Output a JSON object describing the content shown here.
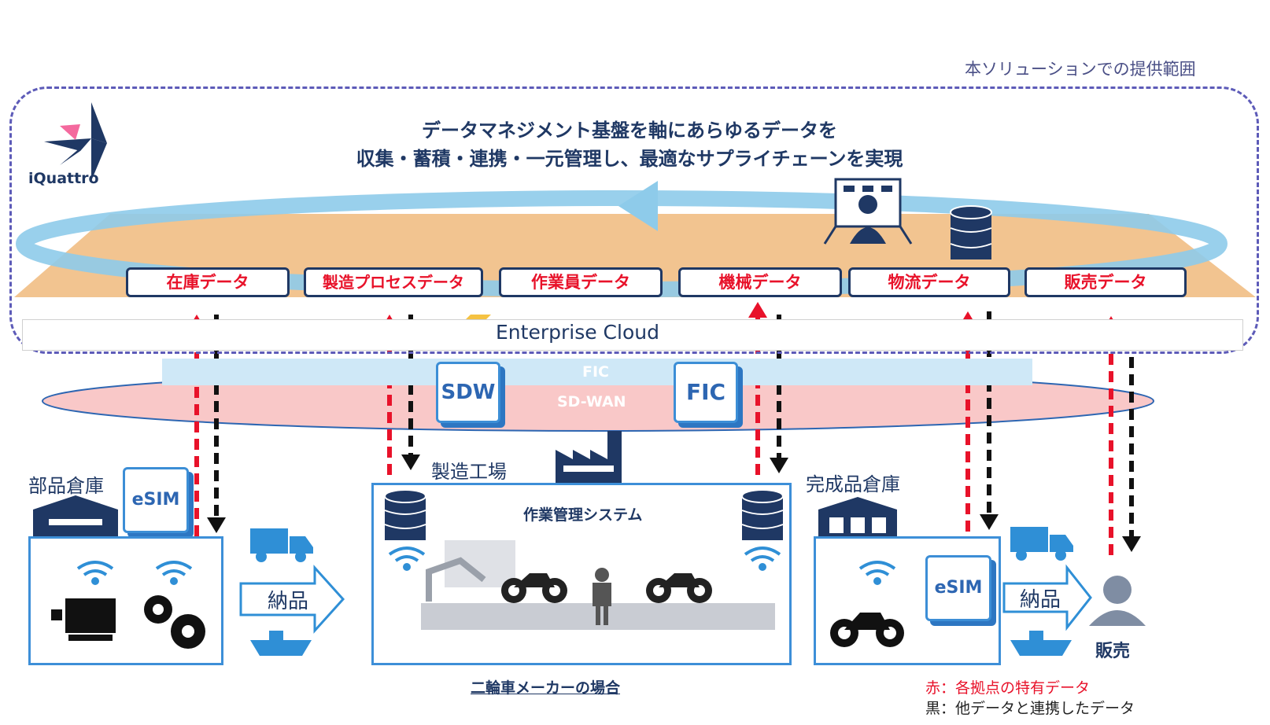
{
  "scope_label": "本ソリューションでの提供範囲",
  "logo_text": "iQuattro",
  "headline": {
    "line1": "データマネジメント基盤を軸にあらゆるデータを",
    "line2": "収集・蓄積・連携・一元管理し、最適なサプライチェーンを実現"
  },
  "data_boxes": [
    {
      "label": "在庫データ"
    },
    {
      "label": "製造プロセスデータ"
    },
    {
      "label": "作業員データ"
    },
    {
      "label": "機械データ"
    },
    {
      "label": "物流データ"
    },
    {
      "label": "販売データ"
    }
  ],
  "cloud_label": "Enterprise Cloud",
  "network": {
    "fic_band": "FIC",
    "wan_band": "SD-WAN",
    "sdw_chip": "SDW",
    "fic_chip": "FIC"
  },
  "sites": {
    "parts_warehouse": "部品倉庫",
    "factory": "製造工場",
    "product_warehouse": "完成品倉庫"
  },
  "esim_label": "eSIM",
  "system_label": "作業管理システム",
  "delivery_label": "納品",
  "sales_label": "販売",
  "caption": "二輪車メーカーの場合",
  "legend": {
    "red": "赤：各拠点の特有データ",
    "black": "黒：他データと連携したデータ"
  },
  "colors": {
    "navy": "#1f3864",
    "red": "#e8122a",
    "blue": "#3d8fd8",
    "sand": "#f2c490",
    "ring": "#8ecbea",
    "wan": "#f9c8c8"
  }
}
